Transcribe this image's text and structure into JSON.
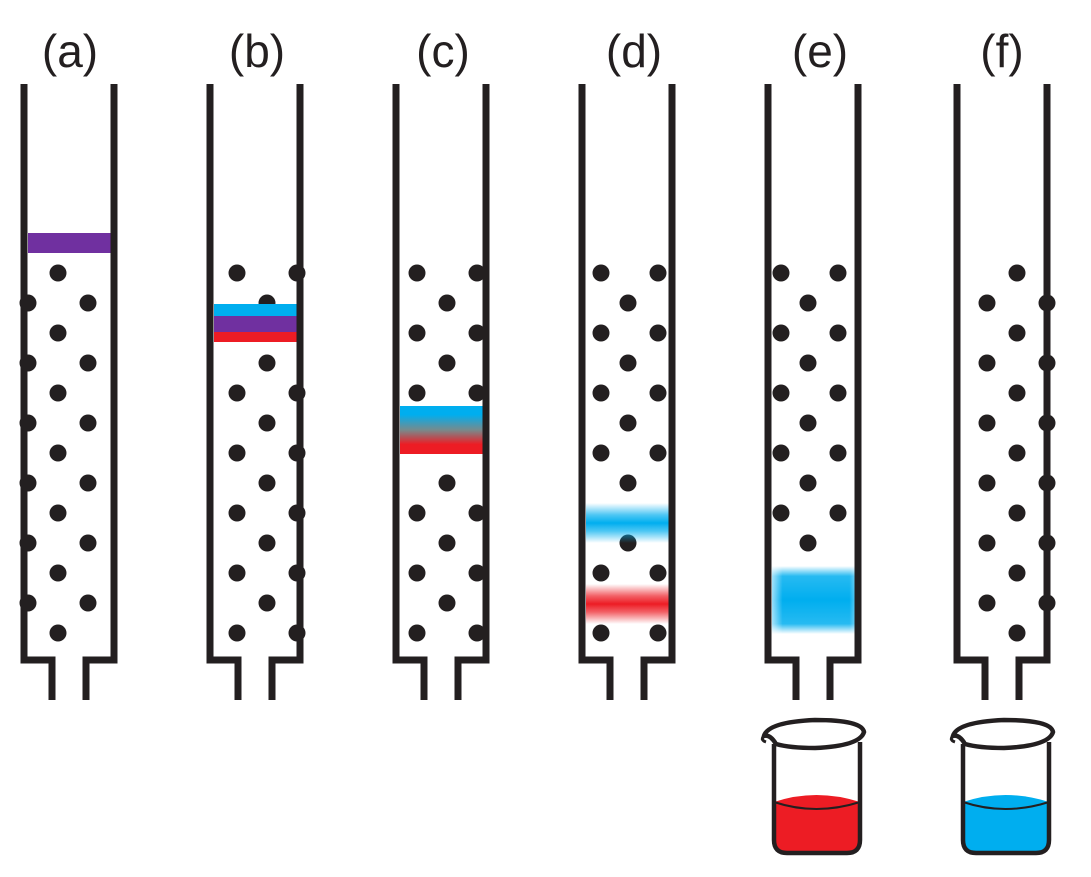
{
  "diagram": {
    "panels": [
      {
        "label": "(a)",
        "bands": [
          {
            "color": "purple",
            "kind": "solid"
          }
        ],
        "beaker": null
      },
      {
        "label": "(b)",
        "bands": [
          {
            "color": "blue",
            "kind": "solid"
          },
          {
            "color": "purple",
            "kind": "solid"
          },
          {
            "color": "red",
            "kind": "solid"
          }
        ],
        "beaker": null
      },
      {
        "label": "(c)",
        "bands": [
          {
            "color": "blue-to-red",
            "kind": "gradient"
          }
        ],
        "beaker": null
      },
      {
        "label": "(d)",
        "bands": [
          {
            "color": "blue",
            "kind": "diffuse"
          },
          {
            "color": "red",
            "kind": "diffuse"
          }
        ],
        "beaker": null
      },
      {
        "label": "(e)",
        "bands": [
          {
            "color": "blue",
            "kind": "diffuse"
          }
        ],
        "beaker": {
          "liquid": "red"
        }
      },
      {
        "label": "(f)",
        "bands": [],
        "beaker": {
          "liquid": "blue"
        }
      }
    ],
    "colors": {
      "outline": "#231f20",
      "purple": "#7030a0",
      "blue": "#00aeef",
      "red": "#ed1c24",
      "beaker_glass": "#ffffff"
    }
  }
}
